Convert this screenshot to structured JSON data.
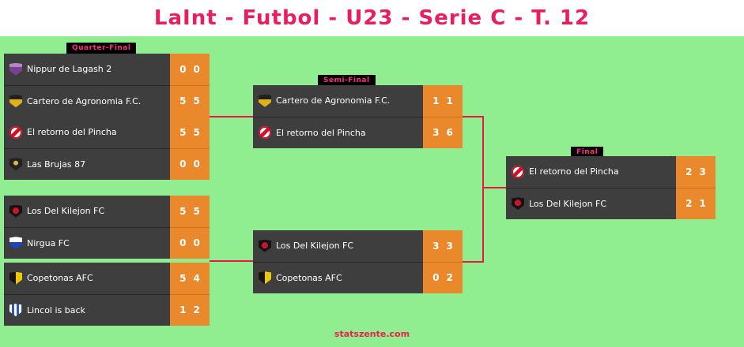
{
  "title": "LaInt - Futbol - U23 - Serie C - T. 12",
  "footer": "statszente.com",
  "colors": {
    "background": "#90ee90",
    "header_bg": "#ffffff",
    "accent_pink": "#e91e5e",
    "row_gray": "#3e3e3e",
    "score_orange": "#e9892b",
    "connector_red": "#ee1444"
  },
  "quarter": {
    "label": "Quarter-Final",
    "matches": [
      {
        "teams": [
          {
            "name": "Nippur de Lagash 2",
            "badge": "nippur",
            "scores": [
              "0",
              "0"
            ]
          },
          {
            "name": "Cartero de Agronomia F.C.",
            "badge": "cartero",
            "scores": [
              "5",
              "5"
            ]
          }
        ]
      },
      {
        "teams": [
          {
            "name": "El retorno del Pincha",
            "badge": "pincha",
            "scores": [
              "5",
              "5"
            ]
          },
          {
            "name": "Las Brujas 87",
            "badge": "brujas",
            "scores": [
              "0",
              "0"
            ]
          }
        ]
      },
      {
        "teams": [
          {
            "name": "Los Del Kilejon FC",
            "badge": "kilejon",
            "scores": [
              "5",
              "5"
            ]
          },
          {
            "name": "Nirgua FC",
            "badge": "nirgua",
            "scores": [
              "0",
              "0"
            ]
          }
        ]
      },
      {
        "teams": [
          {
            "name": "Copetonas AFC",
            "badge": "copetonas",
            "scores": [
              "5",
              "4"
            ]
          },
          {
            "name": "Lincol is back",
            "badge": "lincol",
            "scores": [
              "1",
              "2"
            ]
          }
        ]
      }
    ]
  },
  "semi": {
    "label": "Semi-Final",
    "matches": [
      {
        "teams": [
          {
            "name": "Cartero de Agronomia F.C.",
            "badge": "cartero",
            "scores": [
              "1",
              "1"
            ]
          },
          {
            "name": "El retorno del Pincha",
            "badge": "pincha",
            "scores": [
              "3",
              "6"
            ]
          }
        ]
      },
      {
        "teams": [
          {
            "name": "Los Del Kilejon FC",
            "badge": "kilejon",
            "scores": [
              "3",
              "3"
            ]
          },
          {
            "name": "Copetonas AFC",
            "badge": "copetonas",
            "scores": [
              "0",
              "2"
            ]
          }
        ]
      }
    ]
  },
  "final": {
    "label": "Final",
    "matches": [
      {
        "teams": [
          {
            "name": "El retorno del Pincha",
            "badge": "pincha",
            "scores": [
              "2",
              "3"
            ]
          },
          {
            "name": "Los Del Kilejon FC",
            "badge": "kilejon",
            "scores": [
              "2",
              "1"
            ]
          }
        ]
      }
    ]
  }
}
